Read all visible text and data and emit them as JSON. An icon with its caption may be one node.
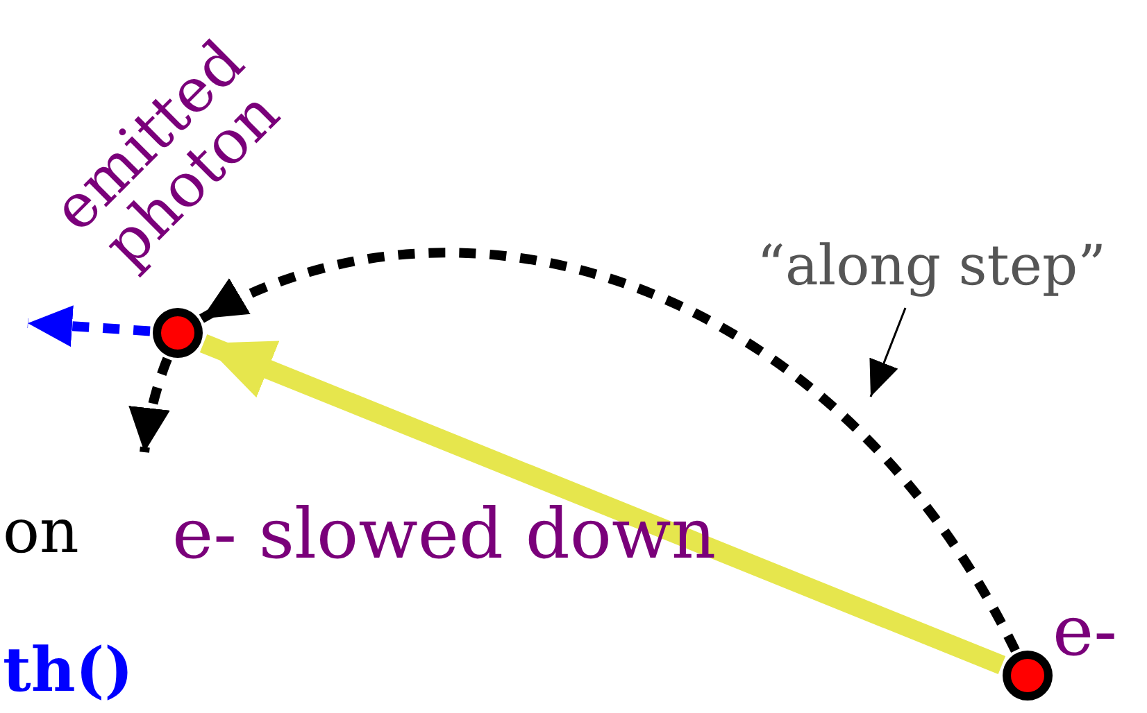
{
  "diagram": {
    "nodes": [
      {
        "text": [],
        "shape": "circle",
        "beside": [
          "e- slowed down"
        ]
      },
      {
        "text": [],
        "shape": "circle",
        "beside": [
          "e-"
        ]
      },
      {
        "text": [
          "“along step”"
        ]
      }
    ],
    "edges": [
      {
        "from": 1,
        "to": 0,
        "arrow": "to",
        "style": "thick",
        "color": "#e6e64d"
      },
      {
        "from": 1,
        "to": 0,
        "arrow": "to",
        "style": "dashed"
      },
      {
        "from": 0,
        "to": null,
        "arrow": "to",
        "style": "dashed",
        "color": "#0000ff"
      },
      {
        "from": 0,
        "to": null,
        "arrow": "to",
        "style": "dashed"
      },
      {
        "from": 2,
        "to": null,
        "arrow": "to"
      }
    ],
    "labels": [
      "emitted photon",
      "on",
      "th()"
    ]
  }
}
